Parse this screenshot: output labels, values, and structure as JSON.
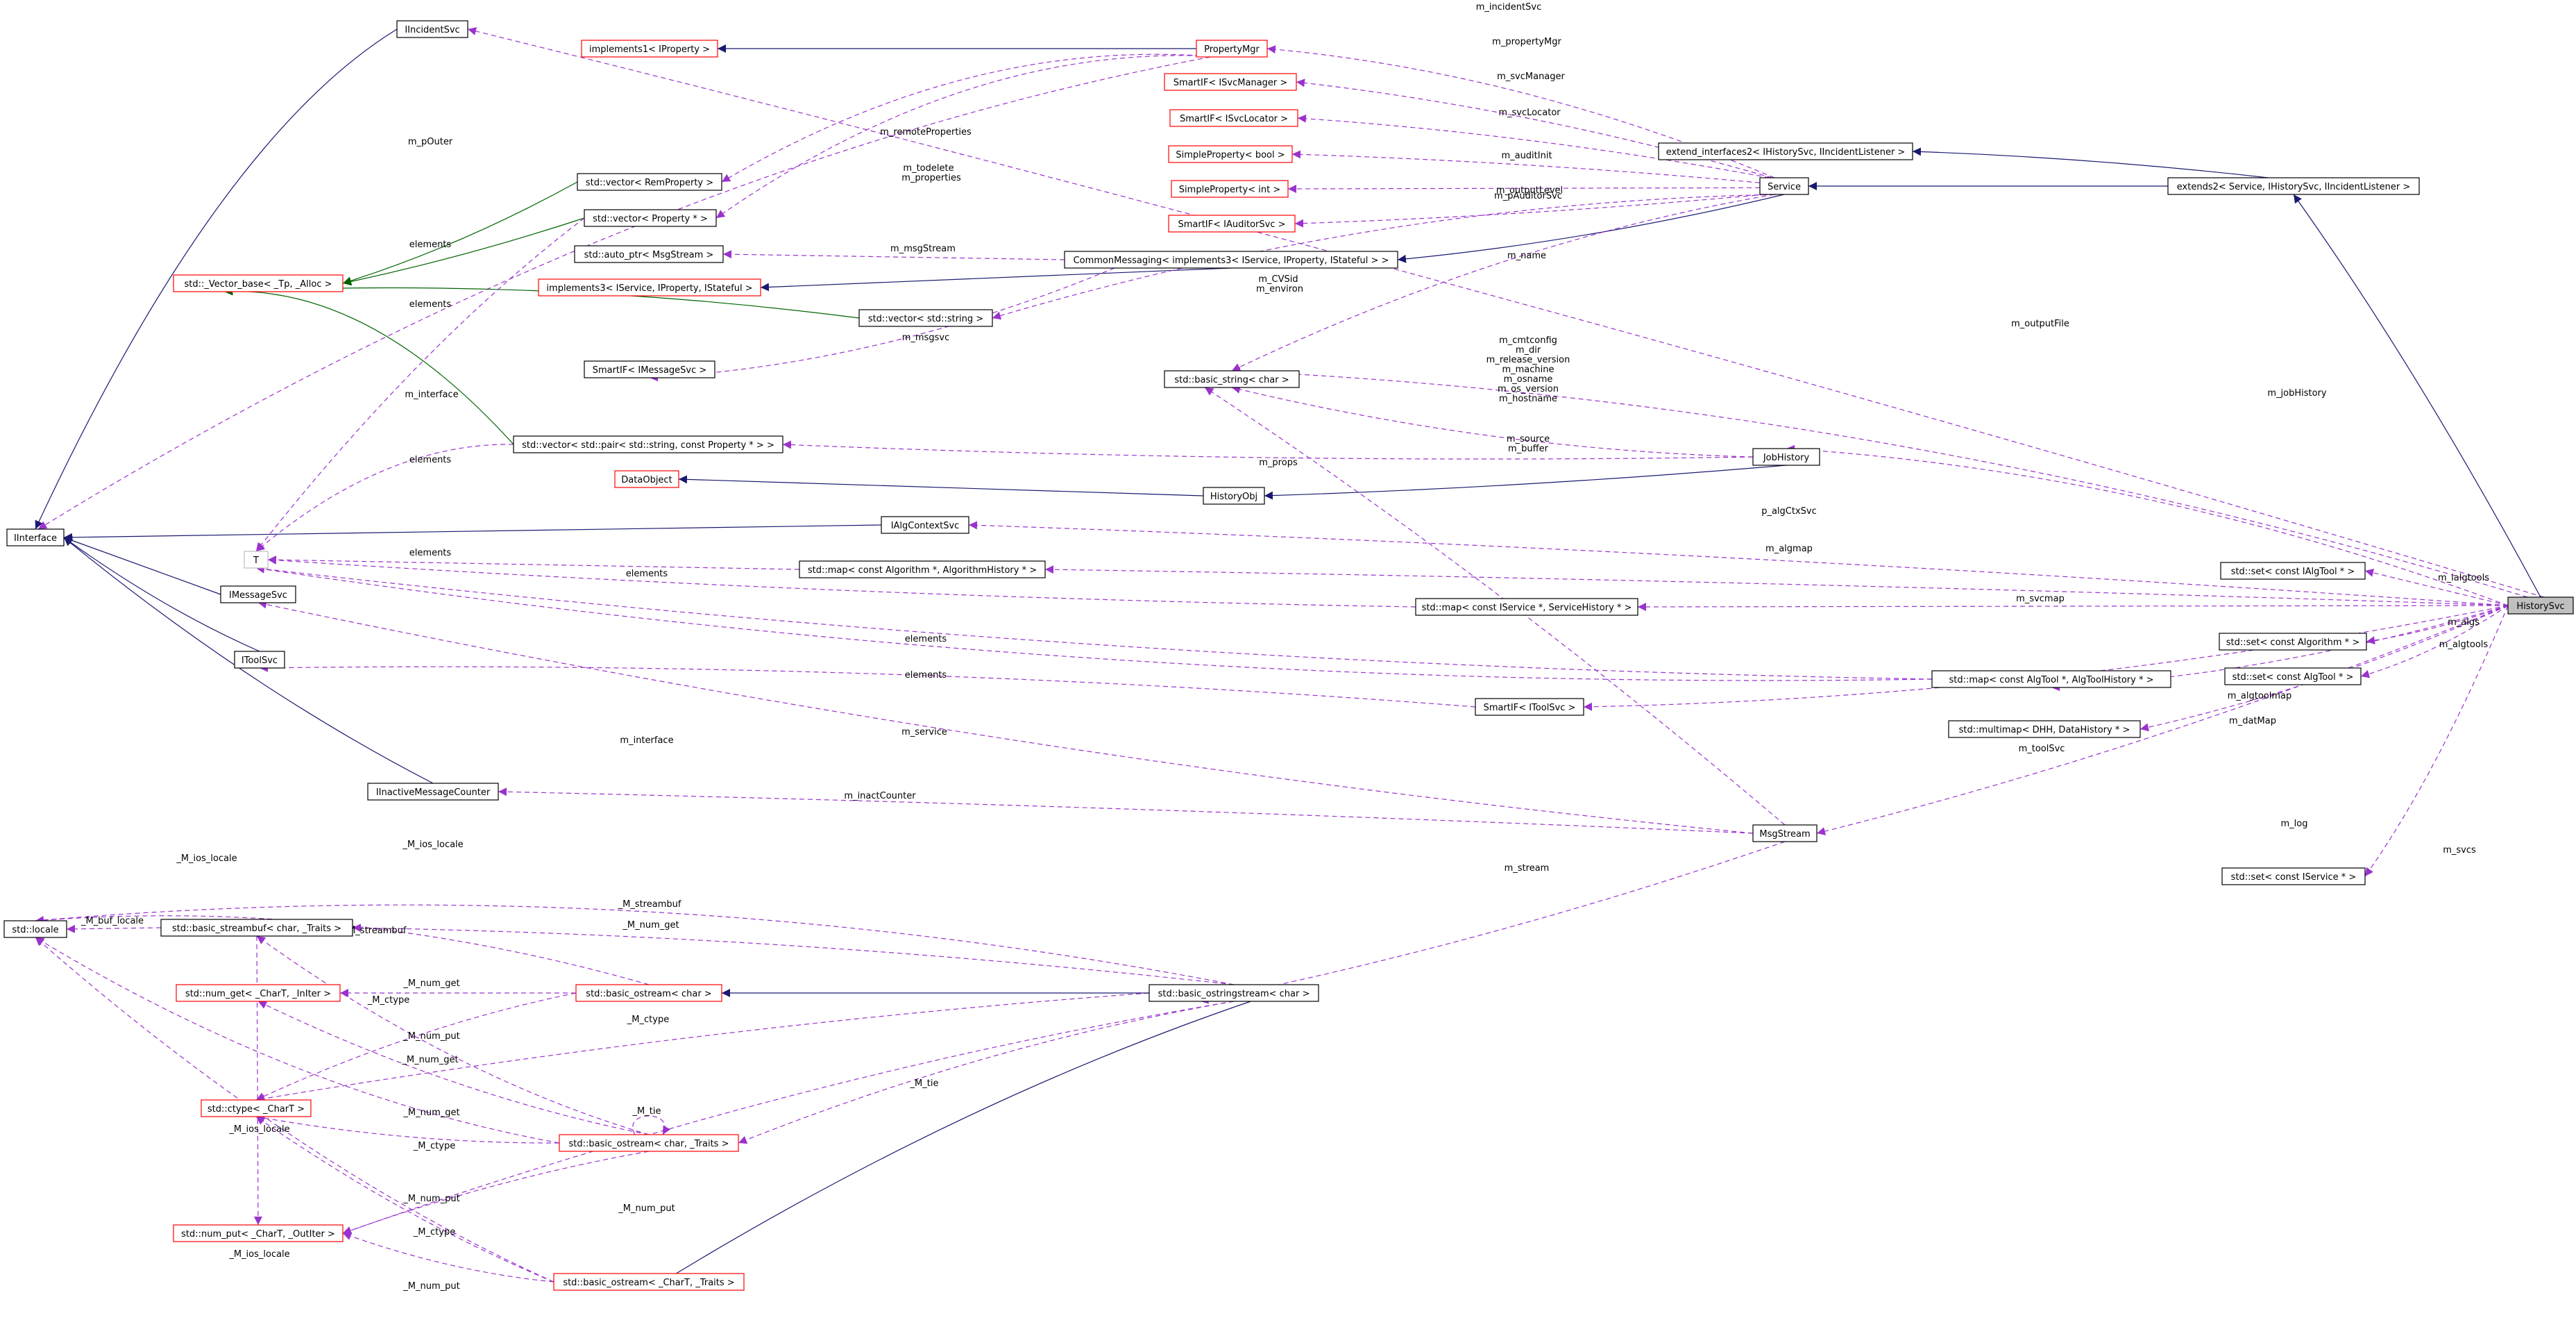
{
  "colors": {
    "node_border": "#000000",
    "node_border_undocumented": "#ff0000",
    "node_border_template": "#bfbfbf",
    "node_fill_focus": "#bfbfbf",
    "edge_inheritance": "#191970",
    "edge_template_instance": "#006400",
    "edge_usage": "#9a32cd"
  },
  "nodes": [
    {
      "id": "HistorySvc",
      "label": "HistorySvc",
      "style": "focus"
    },
    {
      "id": "IIncidentSvc",
      "label": "IIncidentSvc",
      "style": "normal"
    },
    {
      "id": "IInterface",
      "label": "IInterface",
      "style": "normal"
    },
    {
      "id": "PropertyMgr",
      "label": "PropertyMgr",
      "style": "undoc"
    },
    {
      "id": "implements1",
      "label": "implements1< IProperty >",
      "style": "undoc"
    },
    {
      "id": "SmartIF_ISvcManager",
      "label": "SmartIF< ISvcManager >",
      "style": "undoc"
    },
    {
      "id": "SmartIF_ISvcLocator",
      "label": "SmartIF< ISvcLocator >",
      "style": "undoc"
    },
    {
      "id": "SimpleProperty_bool",
      "label": "SimpleProperty< bool >",
      "style": "undoc"
    },
    {
      "id": "SimpleProperty_int",
      "label": "SimpleProperty< int >",
      "style": "undoc"
    },
    {
      "id": "SmartIF_IAuditorSvc",
      "label": "SmartIF< IAuditorSvc >",
      "style": "undoc"
    },
    {
      "id": "vector_RemProperty",
      "label": "std::vector< RemProperty >",
      "style": "normal"
    },
    {
      "id": "vector_Property",
      "label": "std::vector< Property * >",
      "style": "normal"
    },
    {
      "id": "auto_ptr_MsgStream",
      "label": "std::auto_ptr< MsgStream >",
      "style": "normal"
    },
    {
      "id": "Vector_base",
      "label": "std::_Vector_base< _Tp, _Alloc >",
      "style": "undoc"
    },
    {
      "id": "implements3",
      "label": "implements3< IService, IProperty, IStateful >",
      "style": "undoc"
    },
    {
      "id": "CommonMessaging",
      "label": "CommonMessaging< implements3< IService, IProperty, IStateful > >",
      "style": "normal"
    },
    {
      "id": "vector_string",
      "label": "std::vector< std::string >",
      "style": "normal"
    },
    {
      "id": "SmartIF_IMessageSvc",
      "label": "SmartIF< IMessageSvc >",
      "style": "normal"
    },
    {
      "id": "basic_string_char",
      "label": "std::basic_string< char >",
      "style": "normal"
    },
    {
      "id": "extend_interfaces2",
      "label": "extend_interfaces2< IHistorySvc, IIncidentListener >",
      "style": "normal"
    },
    {
      "id": "Service",
      "label": "Service",
      "style": "normal"
    },
    {
      "id": "extends2",
      "label": "extends2< Service, IHistorySvc, IIncidentListener >",
      "style": "normal"
    },
    {
      "id": "vector_pair",
      "label": "std::vector< std::pair< std::string, const Property * > >",
      "style": "normal"
    },
    {
      "id": "JobHistory",
      "label": "JobHistory",
      "style": "normal"
    },
    {
      "id": "DataObject",
      "label": "DataObject",
      "style": "undoc"
    },
    {
      "id": "HistoryObj",
      "label": "HistoryObj",
      "style": "normal"
    },
    {
      "id": "IAlgContextSvc",
      "label": "IAlgContextSvc",
      "style": "normal"
    },
    {
      "id": "T",
      "label": "T",
      "style": "template"
    },
    {
      "id": "map_Algorithm",
      "label": "std::map< const Algorithm *, AlgorithmHistory * >",
      "style": "normal"
    },
    {
      "id": "IMessageSvc",
      "label": "IMessageSvc",
      "style": "normal"
    },
    {
      "id": "map_IService",
      "label": "std::map< const IService *, ServiceHistory * >",
      "style": "normal"
    },
    {
      "id": "set_IAlgTool",
      "label": "std::set< const IAlgTool * >",
      "style": "normal"
    },
    {
      "id": "set_Algorithm",
      "label": "std::set< const Algorithm * >",
      "style": "normal"
    },
    {
      "id": "set_AlgTool",
      "label": "std::set< const AlgTool * >",
      "style": "normal"
    },
    {
      "id": "IToolSvc",
      "label": "IToolSvc",
      "style": "normal"
    },
    {
      "id": "map_AlgTool",
      "label": "std::map< const AlgTool *, AlgToolHistory * >",
      "style": "normal"
    },
    {
      "id": "SmartIF_IToolSvc",
      "label": "SmartIF< IToolSvc >",
      "style": "normal"
    },
    {
      "id": "multimap_DHH",
      "label": "std::multimap< DHH, DataHistory * >",
      "style": "normal"
    },
    {
      "id": "IInactiveMessageCounter",
      "label": "IInactiveMessageCounter",
      "style": "normal"
    },
    {
      "id": "MsgStream",
      "label": "MsgStream",
      "style": "normal"
    },
    {
      "id": "set_IService",
      "label": "std::set< const IService * >",
      "style": "normal"
    },
    {
      "id": "std_locale",
      "label": "std::locale",
      "style": "normal"
    },
    {
      "id": "basic_streambuf",
      "label": "std::basic_streambuf< char, _Traits >",
      "style": "normal"
    },
    {
      "id": "num_get",
      "label": "std::num_get< _CharT, _InIter >",
      "style": "undoc"
    },
    {
      "id": "basic_ostream_char",
      "label": "std::basic_ostream< char >",
      "style": "undoc"
    },
    {
      "id": "basic_ostringstream_char",
      "label": "std::basic_ostringstream< char >",
      "style": "normal"
    },
    {
      "id": "ctype",
      "label": "std::ctype< _CharT >",
      "style": "undoc"
    },
    {
      "id": "basic_ostream_char_traits",
      "label": "std::basic_ostream< char, _Traits >",
      "style": "undoc"
    },
    {
      "id": "num_put",
      "label": "std::num_put< _CharT, _OutIter >",
      "style": "undoc"
    },
    {
      "id": "basic_ostream_CharT_traits",
      "label": "std::basic_ostream< _CharT, _Traits >",
      "style": "undoc"
    }
  ],
  "edge_labels": [
    {
      "id": "e_incidentSvc",
      "text": "m_incidentSvc"
    },
    {
      "id": "e_propertyMgr",
      "text": "m_propertyMgr"
    },
    {
      "id": "e_svcManager",
      "text": "m_svcManager"
    },
    {
      "id": "e_svcLocator",
      "text": "m_svcLocator"
    },
    {
      "id": "e_auditInit",
      "text": "m_auditInit"
    },
    {
      "id": "e_outputLevel",
      "text": "m_outputLevel"
    },
    {
      "id": "e_pAuditorSvc",
      "text": "m_pAuditorSvc"
    },
    {
      "id": "e_pOuter",
      "text": "m_pOuter"
    },
    {
      "id": "e_remoteProperties",
      "text": "m_remoteProperties"
    },
    {
      "id": "e_todelete",
      "text": "m_todelete"
    },
    {
      "id": "e_properties",
      "text": "m_properties"
    },
    {
      "id": "e_elements1",
      "text": "elements"
    },
    {
      "id": "e_msgStream",
      "text": "m_msgStream"
    },
    {
      "id": "e_name",
      "text": "m_name"
    },
    {
      "id": "e_elements2",
      "text": "elements"
    },
    {
      "id": "e_CVSid",
      "text": "m_CVSid"
    },
    {
      "id": "e_environ",
      "text": "m_environ"
    },
    {
      "id": "e_msgsvc",
      "text": "m_msgsvc"
    },
    {
      "id": "e_outputFile",
      "text": "m_outputFile"
    },
    {
      "id": "e_cmtconfig",
      "text": "m_cmtconfig"
    },
    {
      "id": "e_dir",
      "text": "m_dir"
    },
    {
      "id": "e_release_version",
      "text": "m_release_version"
    },
    {
      "id": "e_machine",
      "text": "m_machine"
    },
    {
      "id": "e_osname",
      "text": "m_osname"
    },
    {
      "id": "e_os_version",
      "text": "m_os_version"
    },
    {
      "id": "e_hostname",
      "text": "m_hostname"
    },
    {
      "id": "e_interface1",
      "text": "m_interface"
    },
    {
      "id": "e_jobHistory",
      "text": "m_jobHistory"
    },
    {
      "id": "e_elements3",
      "text": "elements"
    },
    {
      "id": "e_source",
      "text": "m_source"
    },
    {
      "id": "e_buffer",
      "text": "m_buffer"
    },
    {
      "id": "e_props",
      "text": "m_props"
    },
    {
      "id": "e_pAlgCtxSvc",
      "text": "p_algCtxSvc"
    },
    {
      "id": "e_elements4",
      "text": "elements"
    },
    {
      "id": "e_algmap",
      "text": "m_algmap"
    },
    {
      "id": "e_elements5",
      "text": "elements"
    },
    {
      "id": "e_ialgtools",
      "text": "m_ialgtools"
    },
    {
      "id": "e_svcmap",
      "text": "m_svcmap"
    },
    {
      "id": "e_algs",
      "text": "m_algs"
    },
    {
      "id": "e_elements6",
      "text": "elements"
    },
    {
      "id": "e_algtools",
      "text": "m_algtools"
    },
    {
      "id": "e_elements7",
      "text": "elements"
    },
    {
      "id": "e_algtoolmap",
      "text": "m_algtoolmap"
    },
    {
      "id": "e_service",
      "text": "m_service"
    },
    {
      "id": "e_datMap",
      "text": "m_datMap"
    },
    {
      "id": "e_interface2",
      "text": "m_interface"
    },
    {
      "id": "e_toolSvc",
      "text": "m_toolSvc"
    },
    {
      "id": "e_inactCounter",
      "text": "m_inactCounter"
    },
    {
      "id": "e_log",
      "text": "m_log"
    },
    {
      "id": "e_M_ios_locale1",
      "text": "_M_ios_locale"
    },
    {
      "id": "e_M_ios_locale2",
      "text": "_M_ios_locale"
    },
    {
      "id": "e_stream",
      "text": "m_stream"
    },
    {
      "id": "e_svcs",
      "text": "m_svcs"
    },
    {
      "id": "e_M_streambuf1",
      "text": "_M_streambuf"
    },
    {
      "id": "e_M_buf_locale",
      "text": "_M_buf_locale"
    },
    {
      "id": "e_M_streambuf2",
      "text": "_M_streambuf"
    },
    {
      "id": "e_M_num_get1",
      "text": "_M_num_get"
    },
    {
      "id": "e_M_num_get2",
      "text": "_M_num_get"
    },
    {
      "id": "e_M_ctype1",
      "text": "_M_ctype"
    },
    {
      "id": "e_M_ctype2",
      "text": "_M_ctype"
    },
    {
      "id": "e_M_num_put1",
      "text": "_M_num_put"
    },
    {
      "id": "e_M_num_get3",
      "text": "_M_num_get"
    },
    {
      "id": "e_M_tie1",
      "text": "_M_tie"
    },
    {
      "id": "e_M_tie2",
      "text": "_M_tie"
    },
    {
      "id": "e_M_ios_locale3",
      "text": "_M_ios_locale"
    },
    {
      "id": "e_M_num_get4",
      "text": "_M_num_get"
    },
    {
      "id": "e_M_ctype3",
      "text": "_M_ctype"
    },
    {
      "id": "e_M_num_put2",
      "text": "_M_num_put"
    },
    {
      "id": "e_M_num_put3",
      "text": "_M_num_put"
    },
    {
      "id": "e_M_ctype4",
      "text": "_M_ctype"
    },
    {
      "id": "e_M_ios_locale4",
      "text": "_M_ios_locale"
    },
    {
      "id": "e_M_num_put4",
      "text": "_M_num_put"
    }
  ]
}
